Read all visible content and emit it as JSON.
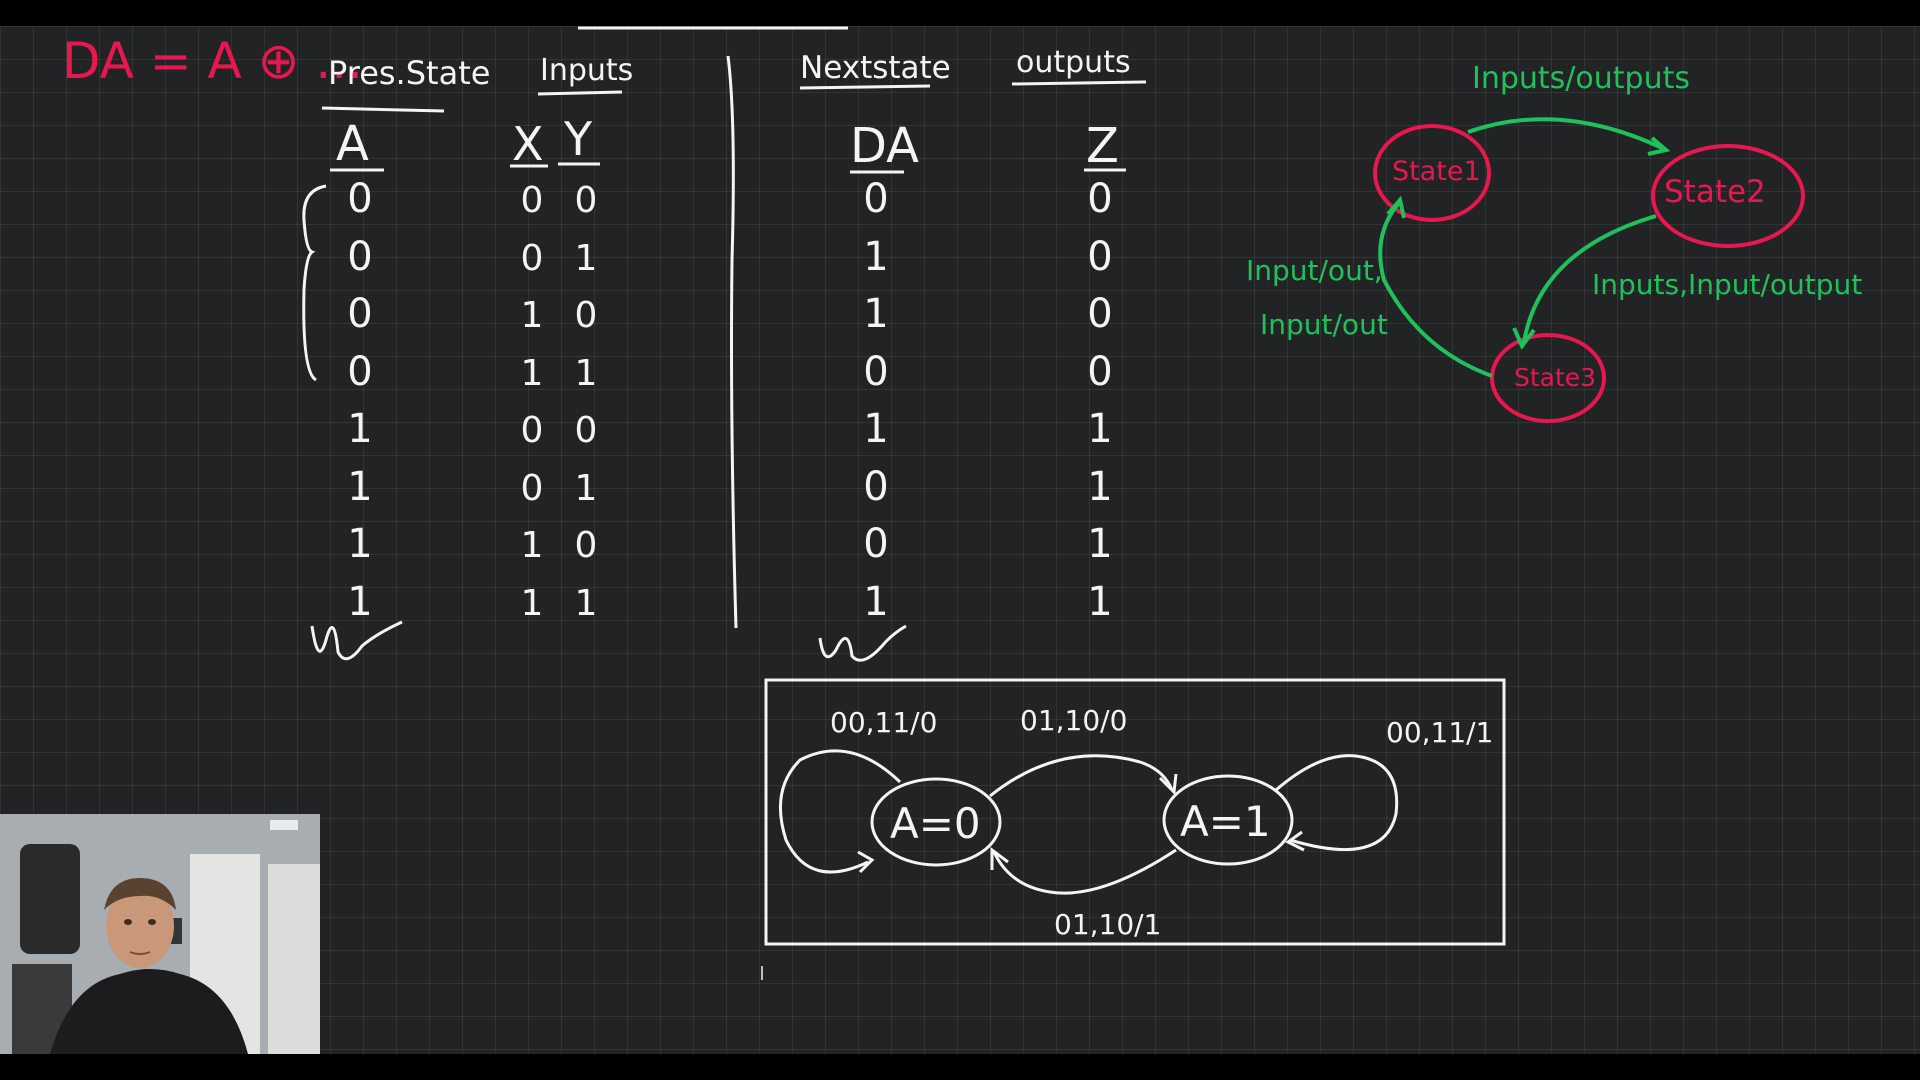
{
  "equation": "DA = A ⊕ ...",
  "truth_table": {
    "headers": {
      "present_state": "Pres.State",
      "inputs": "Inputs",
      "next_state": "Nextstate",
      "outputs": "outputs"
    },
    "columns": [
      "A",
      "X",
      "Y",
      "DA",
      "Z"
    ],
    "rows": [
      [
        "0",
        "0",
        "0",
        "0",
        "0"
      ],
      [
        "0",
        "0",
        "1",
        "1",
        "0"
      ],
      [
        "0",
        "1",
        "0",
        "1",
        "0"
      ],
      [
        "0",
        "1",
        "1",
        "0",
        "0"
      ],
      [
        "1",
        "0",
        "0",
        "1",
        "1"
      ],
      [
        "1",
        "0",
        "1",
        "0",
        "1"
      ],
      [
        "1",
        "1",
        "0",
        "0",
        "1"
      ],
      [
        "1",
        "1",
        "1",
        "1",
        "1"
      ]
    ]
  },
  "generic_diagram": {
    "title": "Inputs/outputs",
    "states": [
      "State1",
      "State2",
      "State3"
    ],
    "labels": {
      "s2_to_s3": "Inputs,Input/output",
      "s3_to_s1_line1": "Input/out,",
      "s3_to_s1_line2": "Input/out"
    },
    "colors": {
      "state": "#e8174f",
      "arrow": "#1fc15b"
    }
  },
  "state_diagram": {
    "states": [
      "A=0",
      "A=1"
    ],
    "labels": {
      "self_a0": "00,11/0",
      "a0_to_a1": "01,10/0",
      "self_a1": "00,11/1",
      "a1_to_a0": "01,10/1"
    }
  },
  "colors": {
    "background": "#222325",
    "ink": "#f4f4f4",
    "red": "#e8174f",
    "green": "#1fc15b"
  }
}
